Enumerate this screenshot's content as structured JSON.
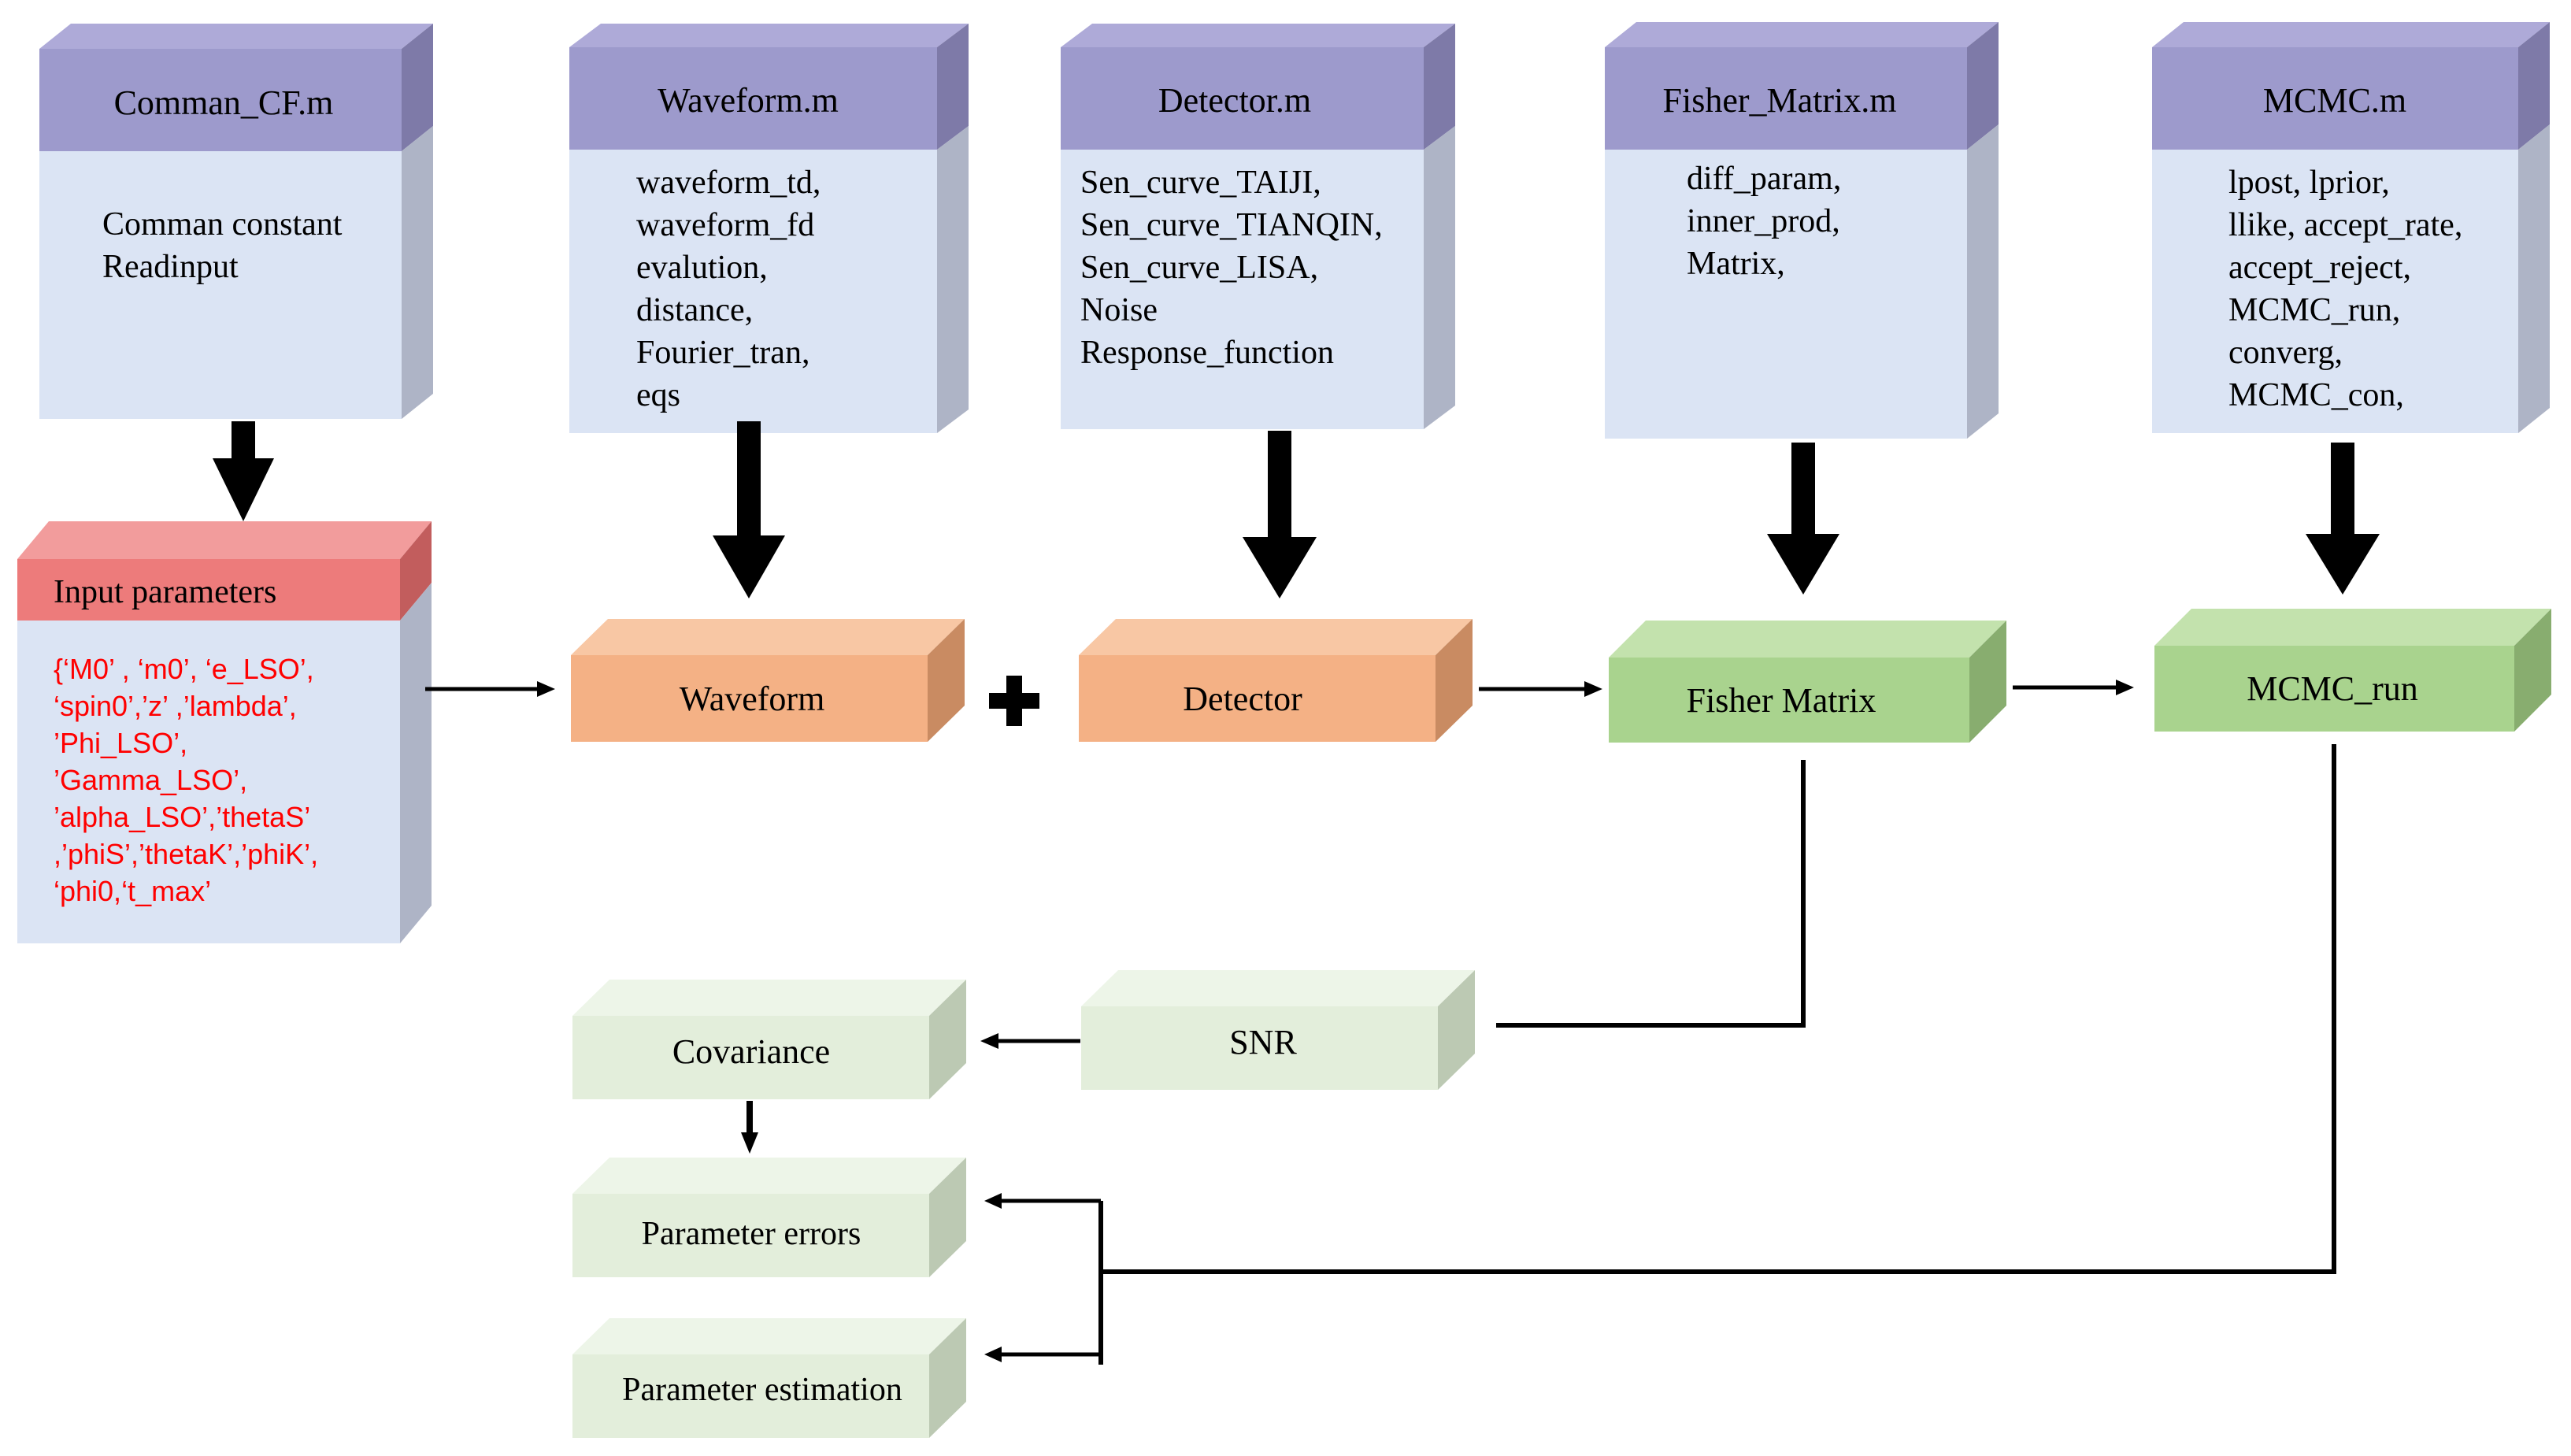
{
  "colors": {
    "module_header_face": "#9d9acc",
    "module_header_top": "#aeaad8",
    "module_header_side": "#7e7aa8",
    "module_body_face": "#dbe4f4",
    "module_body_side": "#aeb4c6",
    "input_header_face": "#ed7b7b",
    "input_header_top": "#f29c9c",
    "input_header_side": "#c25d5d",
    "input_text": "#ff0000",
    "orange_face": "#f4b185",
    "orange_top": "#f8c7a4",
    "orange_side": "#c98b62",
    "green_face": "#a9d38e",
    "green_top": "#c3e2ad",
    "green_side": "#88ad6f",
    "pale_face": "#e3eedb",
    "pale_top": "#edf5e8",
    "pale_side": "#bcc9b3",
    "line": "#000000"
  },
  "modules": {
    "comman": {
      "title": "Comman_CF.m",
      "lines": [
        "Comman constant",
        "Readinput"
      ]
    },
    "waveform": {
      "title": "Waveform.m",
      "lines": [
        "waveform_td,",
        "waveform_fd",
        "evalution,",
        "distance,",
        "Fourier_tran,",
        "eqs"
      ]
    },
    "detector": {
      "title": "Detector.m",
      "lines": [
        "Sen_curve_TAIJI,",
        "Sen_curve_TIANQIN,",
        "Sen_curve_LISA,",
        "Noise",
        "Response_function"
      ]
    },
    "fisher": {
      "title": "Fisher_Matrix.m",
      "lines": [
        "diff_param,",
        "inner_prod,",
        "Matrix,"
      ]
    },
    "mcmc": {
      "title": "MCMC.m",
      "lines": [
        "lpost, lprior,",
        "llike, accept_rate,",
        "accept_reject,",
        "MCMC_run,",
        "converg,",
        "MCMC_con,"
      ]
    }
  },
  "input": {
    "title": "Input parameters",
    "lines": [
      "{‘M0’ , ‘m0’, ‘e_LSO’,",
      "‘spin0’,’z’ ,’lambda’,",
      "’Phi_LSO’,",
      "’Gamma_LSO’,",
      "’alpha_LSO’,’thetaS’",
      ",’phiS’,’thetaK’,’phiK’,",
      "‘phi0,‘t_max’"
    ]
  },
  "stages": {
    "waveform": "Waveform",
    "plus": "+",
    "detector": "Detector",
    "fisher": "Fisher Matrix",
    "mcmc": "MCMC_run"
  },
  "outputs": {
    "snr": "SNR",
    "covariance": "Covariance",
    "errors": "Parameter errors",
    "estimation": "Parameter estimation"
  }
}
